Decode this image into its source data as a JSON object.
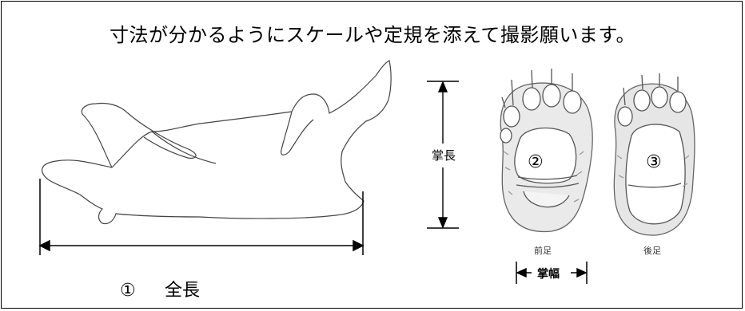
{
  "title": "寸法が分かるようにスケールや定規を添えて撮影願います。",
  "labels": {
    "total_length_marker": "①",
    "total_length": "全長",
    "paw_length": "掌長",
    "front_paw_marker": "②",
    "hind_paw_marker": "③",
    "front_paw_caption": "前足",
    "hind_paw_caption": "後足",
    "paw_width": "掌幅"
  }
}
